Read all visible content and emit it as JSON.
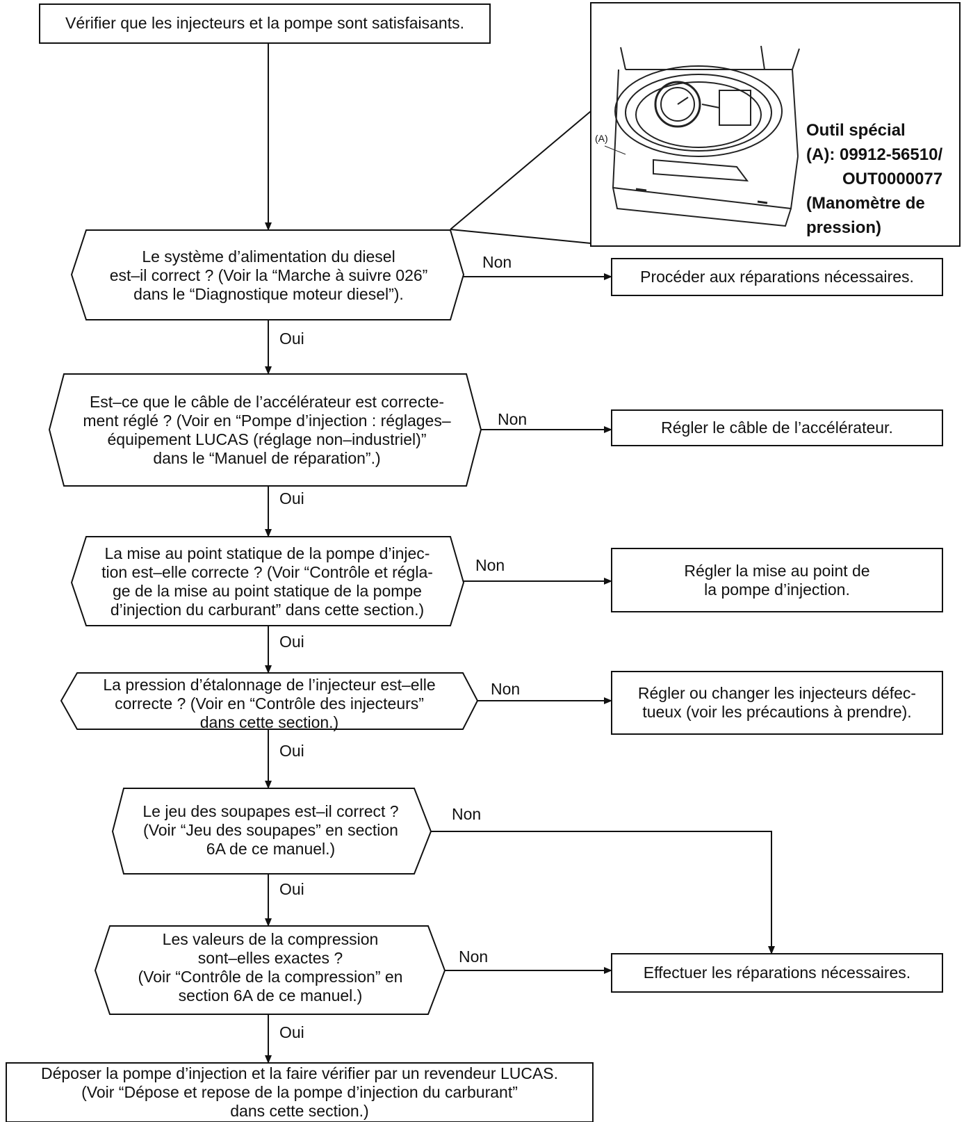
{
  "start": {
    "text": "Vérifier que les injecteurs et la pompe sont satisfaisants."
  },
  "special_tool": {
    "callout": "(A)",
    "line1": "Outil spécial",
    "line2": "(A): 09912-56510/",
    "line3": "OUT0000077",
    "line4": "(Manomètre de",
    "line5": "pression)"
  },
  "decisions": [
    {
      "text": "Le système d’alimentation du diesel\nest–il correct ? (Voir la “Marche à suivre 026”\ndans le “Diagnostique moteur diesel”).",
      "no": "Non",
      "yes": "Oui"
    },
    {
      "text": "Est–ce que le câble de l’accélérateur est correcte-\nment réglé ? (Voir en “Pompe d’injection : réglages–\néquipement LUCAS (réglage non–industriel)”\ndans le “Manuel de réparation”.)",
      "no": "Non",
      "yes": "Oui"
    },
    {
      "text": "La mise au point statique de la pompe d’injec-\ntion est–elle correcte ? (Voir “Contrôle et régla-\nge de la mise au point statique de la pompe\nd’injection du carburant” dans cette section.)",
      "no": "Non",
      "yes": "Oui"
    },
    {
      "text": "La pression d’étalonnage de l’injecteur est–elle\ncorrecte ? (Voir en “Contrôle des injecteurs”\ndans cette section.)",
      "no": "Non",
      "yes": "Oui"
    },
    {
      "text": "Le jeu des soupapes est–il correct ?\n(Voir “Jeu des soupapes” en section\n6A de ce manuel.)",
      "no": "Non",
      "yes": "Oui"
    },
    {
      "text": "Les valeurs de la compression\nsont–elles exactes ?\n(Voir “Contrôle de la compression” en\nsection 6A de ce manuel.)",
      "no": "Non",
      "yes": "Oui"
    }
  ],
  "actions": [
    {
      "text": "Procéder aux réparations nécessaires."
    },
    {
      "text": "Régler le câble de l’accélérateur."
    },
    {
      "text": "Régler la mise au point de\nla pompe d’injection."
    },
    {
      "text": "Régler ou changer les injecteurs défec-\ntueux (voir les précautions à prendre)."
    },
    {
      "text": "Effectuer les réparations nécessaires."
    }
  ],
  "end": {
    "text": "Déposer la pompe d’injection et la faire vérifier par un revendeur LUCAS.\n(Voir “Dépose et repose de la pompe d’injection du carburant”\ndans cette section.)"
  }
}
